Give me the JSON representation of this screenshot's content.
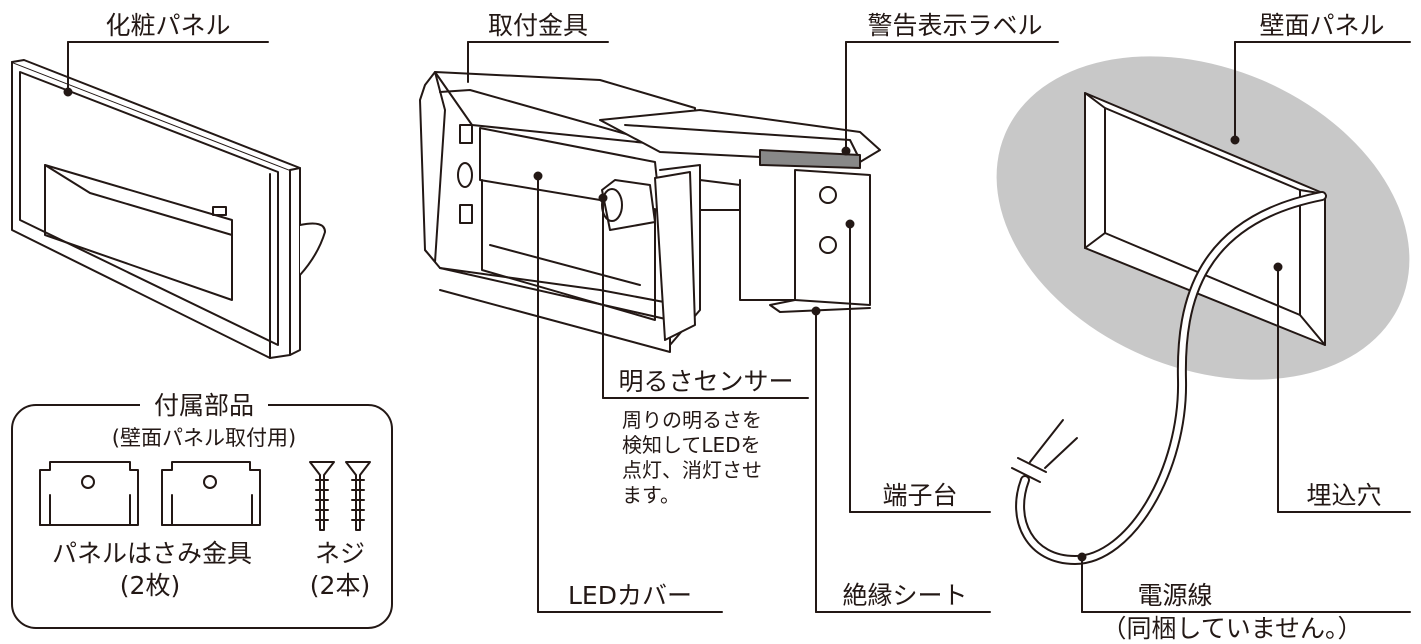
{
  "labels": {
    "decorative_panel": "化粧パネル",
    "mounting_bracket": "取付金具",
    "warning_label": "警告表示ラベル",
    "wall_panel": "壁面パネル",
    "brightness_sensor": "明るさセンサー",
    "terminal_block": "端子台",
    "embed_hole": "埋込穴",
    "led_cover": "LEDカバー",
    "insulation_sheet": "絶縁シート",
    "power_cable": "電源線",
    "power_cable_note": "（同梱していません。）"
  },
  "sensor_description": [
    "周りの明るさを",
    "検知してLEDを",
    "点灯、消灯させ",
    "ます。"
  ],
  "accessories": {
    "title": "付属部品",
    "subtitle": "(壁面パネル取付用)",
    "clamp_label": "パネルはさみ金具",
    "clamp_qty": "(2枚)",
    "screw_label": "ネジ",
    "screw_qty": "(2本)"
  },
  "colors": {
    "line": "#231815",
    "wall": "#c8c8c8",
    "fill": "#ffffff"
  }
}
